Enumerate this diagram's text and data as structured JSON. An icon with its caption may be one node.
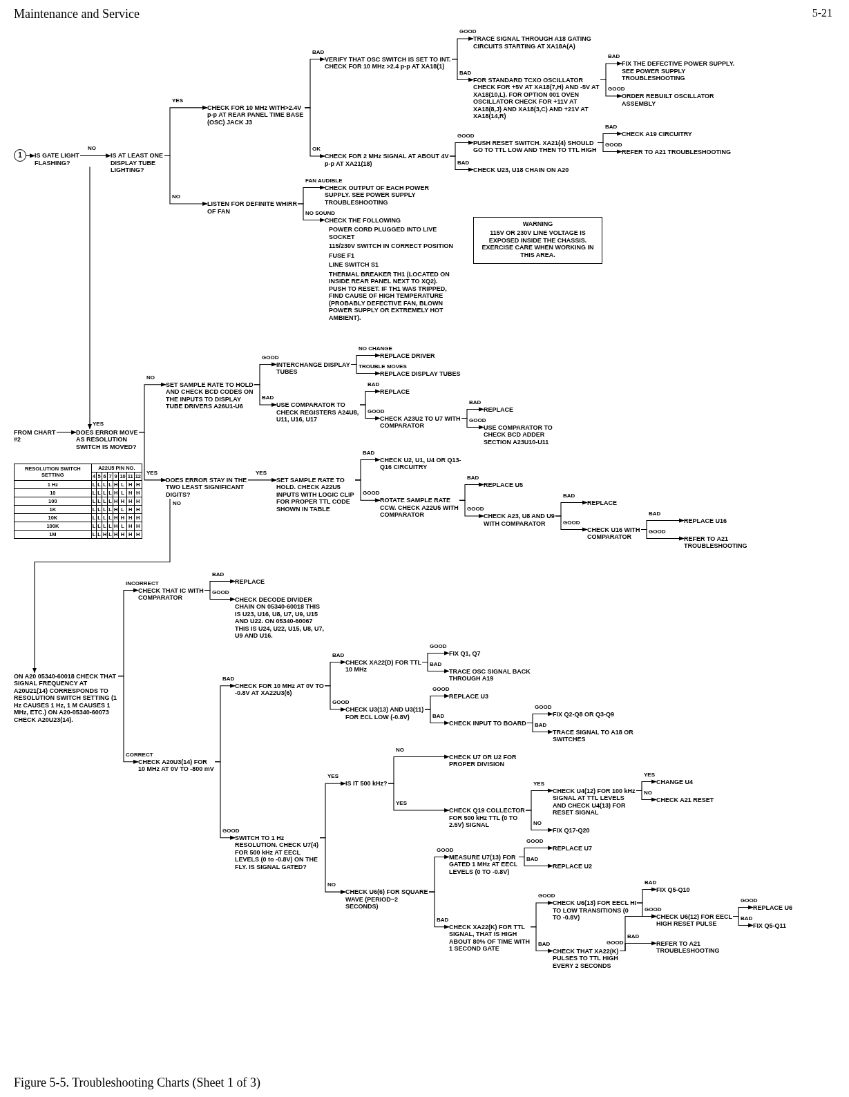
{
  "diagram": {
    "title": "Maintenance and Service",
    "caption": "Figure 5-5. Troubleshooting Charts (Sheet 1 of 3)",
    "nodes": [
      {
        "text": [
          "1"
        ]
      },
      {
        "text": [
          "IS GATE LIGHT FLASHING?"
        ]
      },
      {
        "text": [
          "IS AT LEAST ONE DISPLAY TUBE LIGHTING?"
        ]
      },
      {
        "text": [
          "CHECK FOR 10 MHz WITH>2.4V p-p AT REAR PANEL TIME BASE (OSC) JACK J3"
        ]
      },
      {
        "text": [
          "LISTEN FOR DEFINITE WHIRR OF FAN"
        ]
      },
      {
        "text": [
          "VERIFY THAT OSC SWITCH IS SET TO INT. CHECK FOR 10 MHz >2.4 p-p AT XA18(1)"
        ]
      },
      {
        "text": [
          "CHECK FOR 2 MHz SIGNAL AT ABOUT 4V p-p AT XA21(18)"
        ]
      },
      {
        "text": [
          "TRACE SIGNAL THROUGH A18 GATING CIRCUITS STARTING AT XA18A(A)"
        ]
      },
      {
        "text": [
          "FOR STANDARD TCXO OSCILLATOR CHECK FOR +5V AT XA18(7,H) AND -5V AT XA18(10,L). FOR OPTION 001 OVEN OSCILLATOR CHECK FOR +11V AT XA18(8,J) AND XA18(3,C) AND +21V AT XA18(14,R)"
        ]
      },
      {
        "text": [
          "FIX THE DEFECTIVE POWER SUPPLY. SEE POWER SUPPLY TROUBLESHOOTING"
        ]
      },
      {
        "text": [
          "ORDER REBUILT OSCILLATOR ASSEMBLY"
        ]
      },
      {
        "text": [
          "PUSH RESET SWITCH. XA21(4) SHOULD GO TO TTL LOW AND THEN TO TTL HIGH"
        ]
      },
      {
        "text": [
          "CHECK U23, U18 CHAIN ON A20"
        ]
      },
      {
        "text": [
          "CHECK A19 CIRCUITRY"
        ]
      },
      {
        "text": [
          "REFER TO A21 TROUBLESHOOTING"
        ]
      },
      {
        "text": [
          "CHECK OUTPUT OF EACH POWER SUPPLY. SEE POWER SUPPLY TROUBLESHOOTING"
        ]
      },
      {
        "text": [
          "CHECK THE FOLLOWING",
          "POWER CORD PLUGGED INTO LIVE SOCKET",
          "115/230V SWITCH IN CORRECT POSITION",
          "FUSE F1",
          "LINE SWITCH S1",
          "THERMAL BREAKER TH1 (LOCATED ON INSIDE REAR PANEL NEXT TO XQ2). PUSH TO RESET. IF TH1 WAS TRIPPED, FIND CAUSE OF HIGH TEMPERATURE (PROBABLY DEFECTIVE FAN, BLOWN POWER SUPPLY OR EXTREMELY HOT AMBIENT)."
        ]
      },
      {
        "text": [
          "WARNING",
          "115V OR 230V LINE VOLTAGE IS EXPOSED INSIDE THE CHASSIS. EXERCISE CARE WHEN WORKING IN THIS AREA."
        ]
      },
      {
        "text": [
          "FROM CHART #2"
        ]
      },
      {
        "text": [
          "DOES ERROR MOVE AS RESOLUTION SWITCH IS MOVED?"
        ]
      },
      {
        "text": [
          "DOES ERROR STAY IN THE TWO LEAST SIGNIFICANT DIGITS?"
        ]
      },
      {
        "text": [
          "SET SAMPLE RATE TO HOLD AND CHECK BCD CODES ON THE INPUTS TO DISPLAY TUBE DRIVERS A26U1-U6"
        ]
      },
      {
        "text": [
          "INTERCHANGE DISPLAY TUBES"
        ]
      },
      {
        "text": [
          "USE COMPARATOR TO CHECK REGISTERS A24U8, U11, U16, U17"
        ]
      },
      {
        "text": [
          "REPLACE DRIVER"
        ]
      },
      {
        "text": [
          "REPLACE DISPLAY TUBES"
        ]
      },
      {
        "text": [
          "REPLACE"
        ]
      },
      {
        "text": [
          "CHECK A23U2 TO U7 WITH COMPARATOR"
        ]
      },
      {
        "text": [
          "REPLACE"
        ]
      },
      {
        "text": [
          "USE COMPARATOR TO CHECK BCD ADDER SECTION A23U10-U11"
        ]
      },
      {
        "text": [
          "SET SAMPLE RATE TO HOLD. CHECK A22U5 INPUTS WITH LOGIC CLIP FOR PROPER TTL CODE SHOWN IN TABLE"
        ]
      },
      {
        "text": [
          "ON A20 05340-60018 CHECK THAT SIGNAL FREQUENCY AT A20U21(14) CORRESPONDS TO RESOLUTION SWITCH SETTING (1 Hz CAUSES 1 Hz, 1 M CAUSES 1 MHz, ETC.) ON A20-05340-60073 CHECK A20U23(14)."
        ]
      },
      {
        "text": [
          "CHECK U2, U1, U4 OR Q13-Q16 CIRCUITRY"
        ]
      },
      {
        "text": [
          "ROTATE SAMPLE RATE CCW. CHECK A22U5 WITH COMPARATOR"
        ]
      },
      {
        "text": [
          "REPLACE U5"
        ]
      },
      {
        "text": [
          "CHECK A23, U8 AND U9 WITH COMPARATOR"
        ]
      },
      {
        "text": [
          "REPLACE"
        ]
      },
      {
        "text": [
          "CHECK U16 WITH COMPARATOR"
        ]
      },
      {
        "text": [
          "REPLACE U16"
        ]
      },
      {
        "text": [
          "REFER TO A21 TROUBLESHOOTING"
        ]
      },
      {
        "text": [
          "CHECK THAT IC WITH COMPARATOR"
        ]
      },
      {
        "text": [
          "CHECK A20U3(14) FOR 10 MHz AT 0V TO -800 mV"
        ]
      },
      {
        "text": [
          "REPLACE"
        ]
      },
      {
        "text": [
          "CHECK DECODE DIVIDER CHAIN ON 05340-60018 THIS IS U23, U16, U8, U7, U9, U15 AND U22. ON 05340-60067 THIS IS U24, U22, U15, U8, U7, U9 AND U16."
        ]
      },
      {
        "text": [
          "CHECK FOR 10 MHz AT 0V TO -0.8V AT XA22U3(6)"
        ]
      },
      {
        "text": [
          "SWITCH TO 1 Hz RESOLUTION. CHECK U7(4) FOR 500 kHz AT EECL LEVELS (0 to -0.8V) ON THE FLY. IS SIGNAL GATED?"
        ]
      },
      {
        "text": [
          "CHECK XA22(D) FOR TTL 10 MHz"
        ]
      },
      {
        "text": [
          "CHECK U3(13) AND U3(11) FOR ECL LOW (-0.8V)"
        ]
      },
      {
        "text": [
          "FIX Q1, Q7"
        ]
      },
      {
        "text": [
          "TRACE OSC SIGNAL BACK THROUGH A19"
        ]
      },
      {
        "text": [
          "REPLACE U3"
        ]
      },
      {
        "text": [
          "CHECK INPUT TO BOARD"
        ]
      },
      {
        "text": [
          "FIX Q2-Q8 OR Q3-Q9"
        ]
      },
      {
        "text": [
          "TRACE SIGNAL TO A18 OR SWITCHES"
        ]
      },
      {
        "text": [
          "IS IT 500 kHz?"
        ]
      },
      {
        "text": [
          "CHECK U6(6) FOR SQUARE WAVE (PERIOD~2 SECONDS)"
        ]
      },
      {
        "text": [
          "CHECK U7 OR U2 FOR PROPER DIVISION"
        ]
      },
      {
        "text": [
          "CHECK Q19 COLLECTOR FOR 500 kHz TTL (0 TO 2.5V) SIGNAL"
        ]
      },
      {
        "text": [
          "CHECK U4(12) FOR 100 kHz SIGNAL AT TTL LEVELS AND CHECK U4(13) FOR RESET SIGNAL"
        ]
      },
      {
        "text": [
          "FIX Q17-Q20"
        ]
      },
      {
        "text": [
          "CHANGE U4"
        ]
      },
      {
        "text": [
          "CHECK A21 RESET"
        ]
      },
      {
        "text": [
          "MEASURE U7(13) FOR GATED 1 MHz AT EECL LEVELS (0 TO -0.8V)"
        ]
      },
      {
        "text": [
          "CHECK XA22(K) FOR TTL SIGNAL, THAT IS HIGH ABOUT 80% OF TIME WITH 1 SECOND GATE"
        ]
      },
      {
        "text": [
          "REPLACE U7"
        ]
      },
      {
        "text": [
          "REPLACE U2"
        ]
      },
      {
        "text": [
          "CHECK U6(13) FOR EECL HI TO LOW TRANSITIONS (0 TO -0.8V)"
        ]
      },
      {
        "text": [
          "CHECK THAT XA22(K) PULSES TO TTL HIGH EVERY 2 SECONDS"
        ]
      },
      {
        "text": [
          "FIX Q5-Q10"
        ]
      },
      {
        "text": [
          "CHECK U6(12) FOR EECL HIGH RESET PULSE"
        ]
      },
      {
        "text": [
          "REFER TO A21 TROUBLESHOOTING"
        ]
      },
      {
        "text": [
          "REPLACE U6"
        ]
      },
      {
        "text": [
          "FIX Q5-Q11"
        ]
      }
    ],
    "edges": [
      {
        "from": 0,
        "to": 1,
        "arrow": "to"
      },
      {
        "from": 1,
        "to": 2,
        "label": "NO",
        "arrow": "to"
      },
      {
        "from": 2,
        "to": 3,
        "label": "YES",
        "arrow": "to"
      },
      {
        "from": 2,
        "to": 4,
        "label": "NO",
        "arrow": "to"
      },
      {
        "from": 3,
        "to": 5,
        "label": "BAD",
        "arrow": "to"
      },
      {
        "from": 3,
        "to": 6,
        "label": "OK",
        "arrow": "to"
      },
      {
        "from": 5,
        "to": 7,
        "label": "GOOD",
        "arrow": "to"
      },
      {
        "from": 5,
        "to": 8,
        "label": "BAD",
        "arrow": "to"
      },
      {
        "from": 8,
        "to": 9,
        "label": "BAD",
        "arrow": "to"
      },
      {
        "from": 8,
        "to": 10,
        "label": "GOOD",
        "arrow": "to"
      },
      {
        "from": 6,
        "to": 11,
        "label": "GOOD",
        "arrow": "to"
      },
      {
        "from": 6,
        "to": 12,
        "label": "BAD",
        "arrow": "to"
      },
      {
        "from": 11,
        "to": 13,
        "label": "BAD",
        "arrow": "to"
      },
      {
        "from": 11,
        "to": 14,
        "label": "GOOD",
        "arrow": "to"
      },
      {
        "from": 4,
        "to": 15,
        "label": "FAN AUDIBLE",
        "arrow": "to"
      },
      {
        "from": 4,
        "to": 16,
        "label": "NO SOUND",
        "arrow": "to"
      },
      {
        "from": 1,
        "to": 19,
        "label": "YES",
        "arrow": "to"
      },
      {
        "from": 18,
        "to": 19,
        "arrow": "to"
      },
      {
        "from": 19,
        "to": 20,
        "label": "YES",
        "arrow": "to"
      },
      {
        "from": 19,
        "to": 21,
        "label": "NO",
        "arrow": "to"
      },
      {
        "from": 21,
        "to": 22,
        "label": "GOOD",
        "arrow": "to"
      },
      {
        "from": 21,
        "to": 23,
        "label": "BAD",
        "arrow": "to"
      },
      {
        "from": 22,
        "to": 24,
        "label": "NO CHANGE",
        "arrow": "to"
      },
      {
        "from": 22,
        "to": 25,
        "label": "TROUBLE MOVES",
        "arrow": "to"
      },
      {
        "from": 23,
        "to": 26,
        "label": "BAD",
        "arrow": "to"
      },
      {
        "from": 23,
        "to": 27,
        "label": "GOOD",
        "arrow": "to"
      },
      {
        "from": 27,
        "to": 28,
        "label": "BAD",
        "arrow": "to"
      },
      {
        "from": 27,
        "to": 29,
        "label": "GOOD",
        "arrow": "to"
      },
      {
        "from": 20,
        "to": 30,
        "label": "YES",
        "arrow": "to"
      },
      {
        "from": 20,
        "to": 31,
        "label": "NO",
        "arrow": "to"
      },
      {
        "from": 30,
        "to": 32,
        "label": "BAD",
        "arrow": "to"
      },
      {
        "from": 30,
        "to": 33,
        "label": "GOOD",
        "arrow": "to"
      },
      {
        "from": 33,
        "to": 34,
        "label": "BAD",
        "arrow": "to"
      },
      {
        "from": 33,
        "to": 35,
        "label": "GOOD",
        "arrow": "to"
      },
      {
        "from": 35,
        "to": 36,
        "label": "BAD",
        "arrow": "to"
      },
      {
        "from": 35,
        "to": 37,
        "label": "GOOD",
        "arrow": "to"
      },
      {
        "from": 37,
        "to": 38,
        "label": "BAD",
        "arrow": "to"
      },
      {
        "from": 37,
        "to": 39,
        "label": "GOOD",
        "arrow": "to"
      },
      {
        "from": 31,
        "to": 40,
        "label": "INCORRECT",
        "arrow": "to"
      },
      {
        "from": 31,
        "to": 41,
        "label": "CORRECT",
        "arrow": "to"
      },
      {
        "from": 40,
        "to": 42,
        "label": "BAD",
        "arrow": "to"
      },
      {
        "from": 40,
        "to": 43,
        "label": "GOOD",
        "arrow": "to"
      },
      {
        "from": 41,
        "to": 44,
        "label": "BAD",
        "arrow": "to"
      },
      {
        "from": 41,
        "to": 45,
        "label": "GOOD",
        "arrow": "to"
      },
      {
        "from": 44,
        "to": 46,
        "label": "BAD",
        "arrow": "to"
      },
      {
        "from": 44,
        "to": 47,
        "label": "GOOD",
        "arrow": "to"
      },
      {
        "from": 46,
        "to": 48,
        "label": "GOOD",
        "arrow": "to"
      },
      {
        "from": 46,
        "to": 49,
        "label": "BAD",
        "arrow": "to"
      },
      {
        "from": 47,
        "to": 50,
        "label": "GOOD",
        "arrow": "to"
      },
      {
        "from": 47,
        "to": 51,
        "label": "BAD",
        "arrow": "to"
      },
      {
        "from": 51,
        "to": 52,
        "label": "GOOD",
        "arrow": "to"
      },
      {
        "from": 51,
        "to": 53,
        "label": "BAD",
        "arrow": "to"
      },
      {
        "from": 45,
        "to": 54,
        "label": "YES",
        "arrow": "to"
      },
      {
        "from": 45,
        "to": 55,
        "label": "NO",
        "arrow": "to"
      },
      {
        "from": 54,
        "to": 56,
        "label": "NO",
        "arrow": "to"
      },
      {
        "from": 54,
        "to": 57,
        "label": "YES",
        "arrow": "to"
      },
      {
        "from": 57,
        "to": 58,
        "label": "YES",
        "arrow": "to"
      },
      {
        "from": 57,
        "to": 59,
        "label": "NO",
        "arrow": "to"
      },
      {
        "from": 58,
        "to": 60,
        "label": "YES",
        "arrow": "to"
      },
      {
        "from": 58,
        "to": 61,
        "label": "NO",
        "arrow": "to"
      },
      {
        "from": 55,
        "to": 62,
        "label": "GOOD",
        "arrow": "to"
      },
      {
        "from": 55,
        "to": 63,
        "label": "BAD",
        "arrow": "to"
      },
      {
        "from": 62,
        "to": 64,
        "label": "GOOD",
        "arrow": "to"
      },
      {
        "from": 62,
        "to": 65,
        "label": "BAD",
        "arrow": "to"
      },
      {
        "from": 63,
        "to": 66,
        "label": "GOOD",
        "arrow": "to"
      },
      {
        "from": 63,
        "to": 67,
        "label": "BAD",
        "arrow": "to"
      },
      {
        "from": 66,
        "to": 68,
        "label": "BAD",
        "arrow": "to"
      },
      {
        "from": 66,
        "to": 69,
        "label": "GOOD",
        "arrow": "to"
      },
      {
        "from": 67,
        "to": 69,
        "label": "GOOD",
        "arrow": "to"
      },
      {
        "from": 67,
        "to": 70,
        "label": "BAD",
        "arrow": "to"
      },
      {
        "from": 69,
        "to": 71,
        "label": "GOOD",
        "arrow": "to"
      },
      {
        "from": 69,
        "to": 72,
        "label": "BAD",
        "arrow": "to"
      }
    ],
    "labels": [
      "RESOLUTION SWITCH SETTING",
      "A22U5 PIN NO.",
      "4",
      "5",
      "6",
      "7",
      "9",
      "10",
      "11",
      "12",
      "1 Hz",
      "L",
      "L",
      "L",
      "L",
      "H",
      "L",
      "H",
      "H",
      "10",
      "L",
      "L",
      "L",
      "L",
      "H",
      "L",
      "H",
      "H",
      "100",
      "L",
      "L",
      "L",
      "L",
      "H",
      "H",
      "H",
      "H",
      "1K",
      "L",
      "L",
      "L",
      "L",
      "H",
      "L",
      "H",
      "H",
      "10K",
      "L",
      "L",
      "L",
      "L",
      "H",
      "H",
      "H",
      "H",
      "100K",
      "L",
      "L",
      "L",
      "L",
      "H",
      "L",
      "H",
      "H",
      "1M",
      "L",
      "L",
      "H",
      "L",
      "H",
      "H",
      "H",
      "H",
      "5-21"
    ]
  }
}
